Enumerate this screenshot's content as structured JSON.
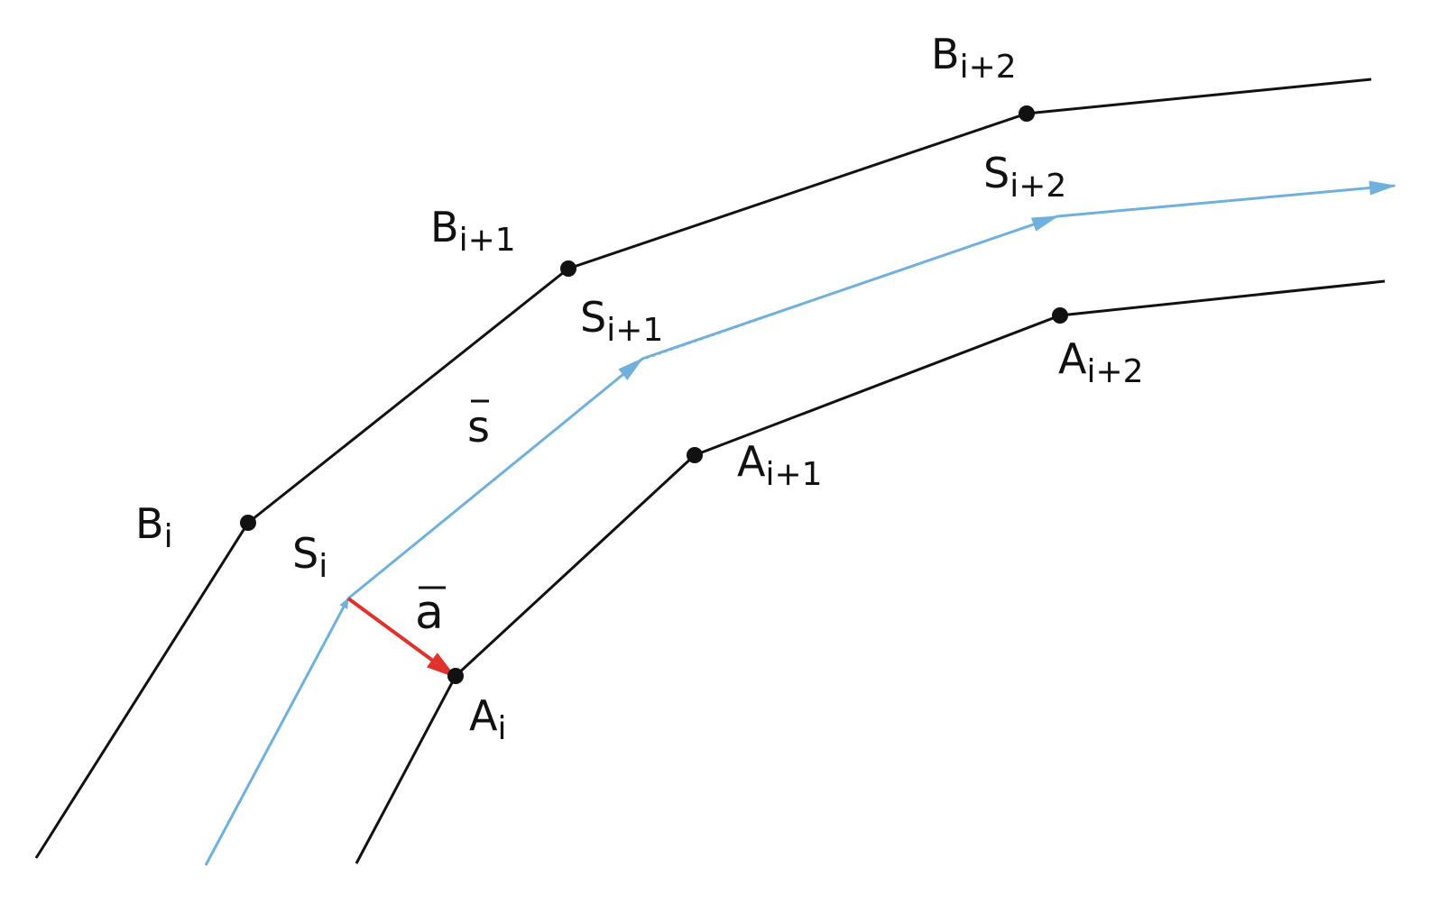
{
  "colors": {
    "boundary": "#111111",
    "centerline": "#6fb1dc",
    "offset_vector": "#e0322a",
    "guide": "#bdbdbd"
  },
  "labels": {
    "b_i": {
      "base": "B",
      "sub": "i"
    },
    "b_i1": {
      "base": "B",
      "sub": "i+1"
    },
    "b_i2": {
      "base": "B",
      "sub": "i+2"
    },
    "s_i": {
      "base": "S",
      "sub": "i"
    },
    "s_i1": {
      "base": "S",
      "sub": "i+1"
    },
    "s_i2": {
      "base": "S",
      "sub": "i+2"
    },
    "a_i": {
      "base": "A",
      "sub": "i"
    },
    "a_i1": {
      "base": "A",
      "sub": "i+1"
    },
    "a_i2": {
      "base": "A",
      "sub": "i+2"
    }
  },
  "vectors": {
    "s_bar": "s",
    "a_bar": "a"
  }
}
